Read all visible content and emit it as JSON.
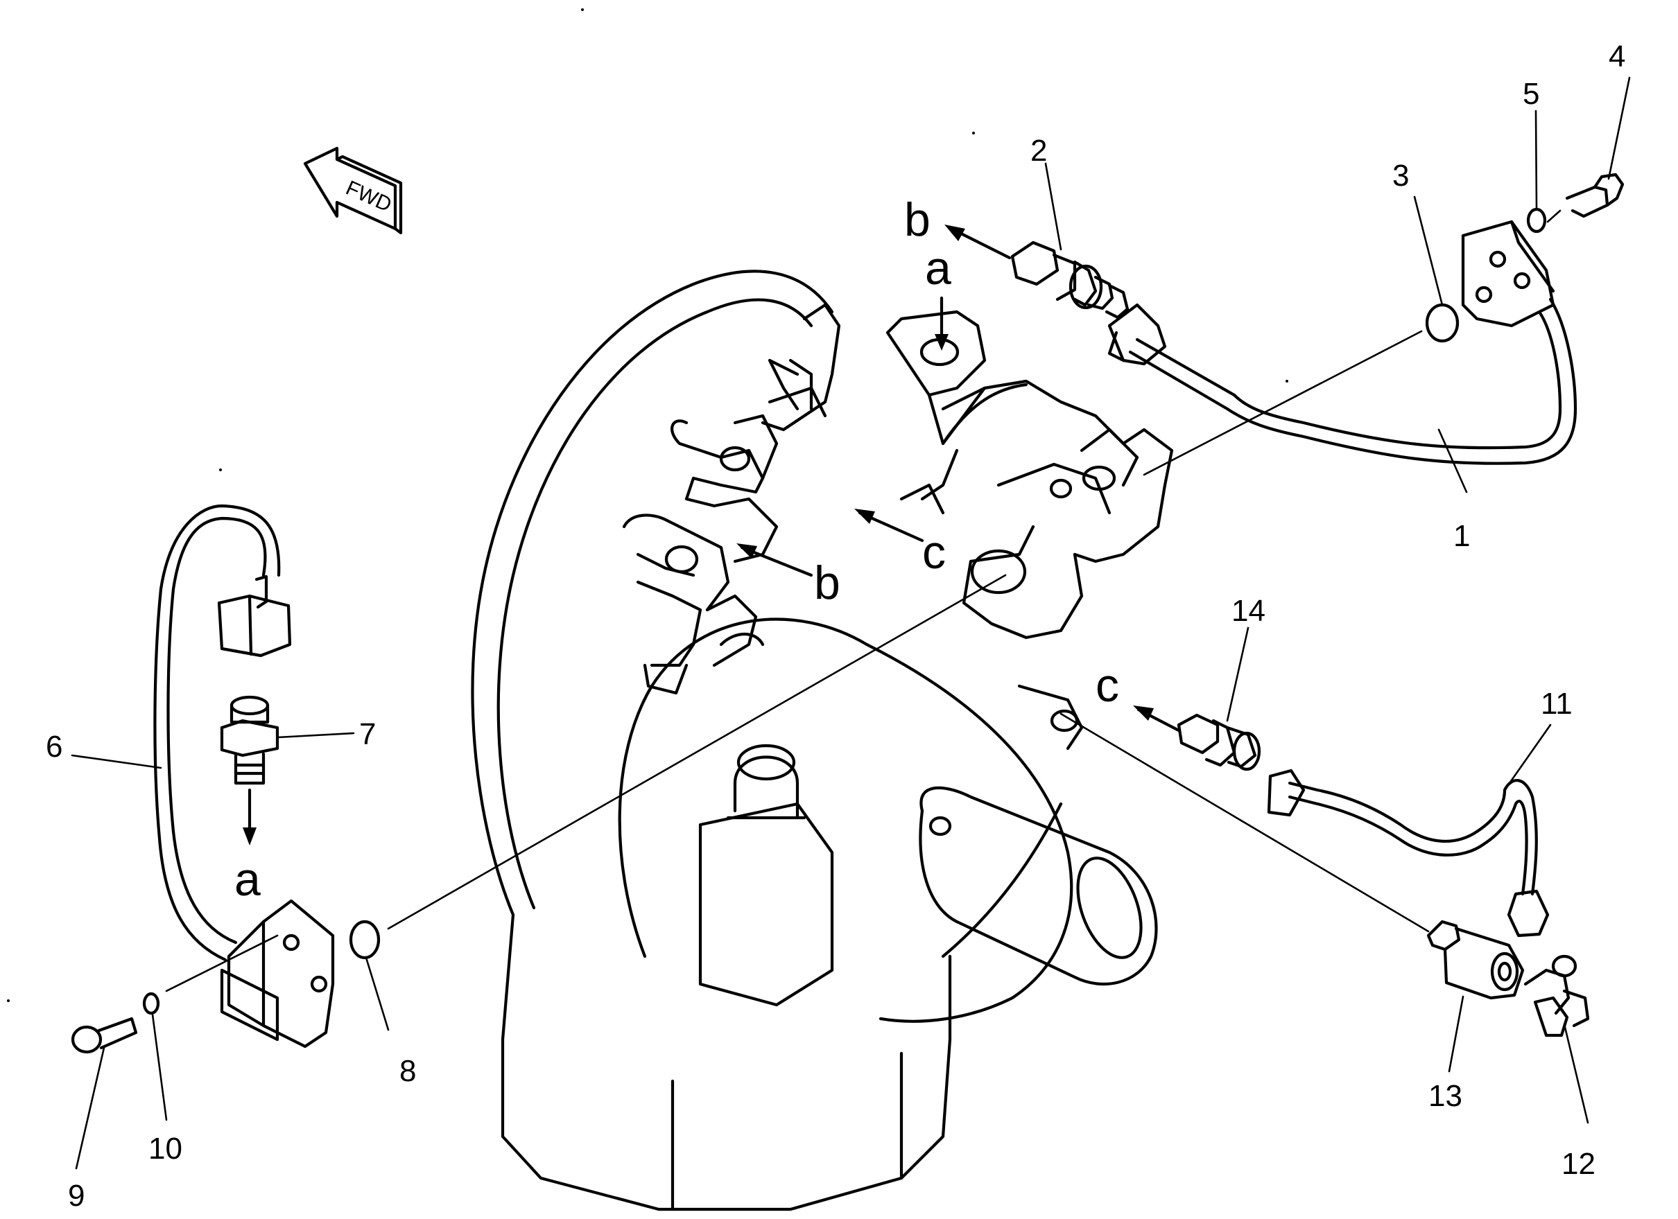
{
  "fwd_text": "FWD",
  "callouts": [
    "1",
    "2",
    "3",
    "4",
    "5",
    "6",
    "7",
    "8",
    "9",
    "10",
    "11",
    "12",
    "13",
    "14"
  ],
  "connection_labels": {
    "a": "a",
    "b": "b",
    "c": "c"
  }
}
